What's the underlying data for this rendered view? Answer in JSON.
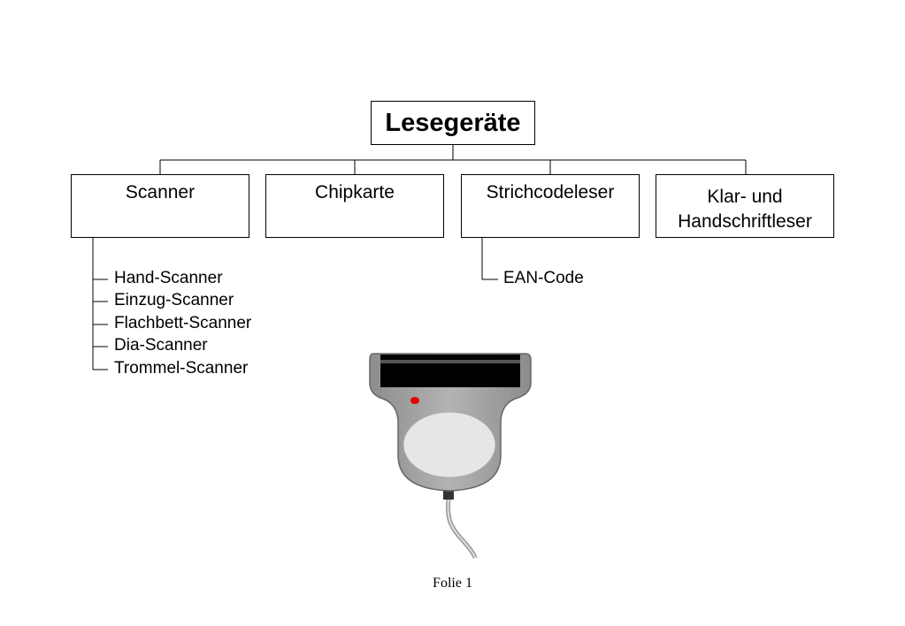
{
  "diagram": {
    "root": "Lesegeräte",
    "categories": [
      {
        "label_lines": [
          "Scanner"
        ],
        "children": [
          "Hand-Scanner",
          "Einzug-Scanner",
          "Flachbett-Scanner",
          "Dia-Scanner",
          "Trommel-Scanner"
        ]
      },
      {
        "label_lines": [
          "Chipkarte"
        ],
        "children": []
      },
      {
        "label_lines": [
          "Strichcodeleser"
        ],
        "children": [
          "EAN-Code"
        ]
      },
      {
        "label_lines": [
          "Klar- und",
          "Handschriftleser"
        ],
        "children": []
      }
    ]
  },
  "illustration": {
    "icon": "card-reader-icon",
    "colors": {
      "body": "#a6a6a6",
      "slot": "#000000",
      "pad": "#e6e6e6",
      "led": "#e60000"
    }
  },
  "footer": "Folie 1"
}
